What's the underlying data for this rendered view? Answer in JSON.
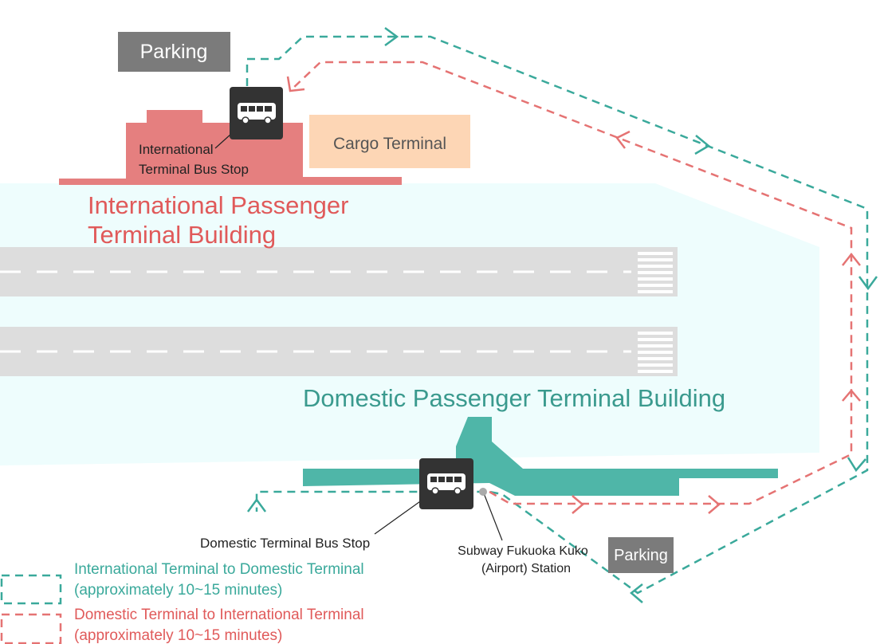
{
  "labels": {
    "parking_top": "Parking",
    "parking_bottom": "Parking",
    "cargo_terminal": "Cargo Terminal",
    "intl_building_line1": "International Passenger",
    "intl_building_line2": "Terminal Building",
    "intl_bus_stop_line1": "International",
    "intl_bus_stop_line2": "Terminal Bus Stop",
    "domestic_building": "Domestic Passenger Terminal Building",
    "domestic_bus_stop": "Domestic Terminal Bus Stop",
    "subway_line1": "Subway Fukuoka Kuko",
    "subway_line2": "(Airport) Station"
  },
  "legend": [
    {
      "line1": "International Terminal to Domestic Terminal",
      "line2": "(approximately 10~15 minutes)",
      "color": "#3aa99b"
    },
    {
      "line1": "Domestic Terminal to International Terminal",
      "line2": "(approximately 10~15 minutes)",
      "color": "#e57373"
    }
  ],
  "icons": {
    "intl_bus": "bus-icon",
    "domestic_bus": "bus-icon",
    "subway": "station-dot-icon"
  },
  "colors": {
    "intl_to_domestic": "#3aa99b",
    "domestic_to_intl": "#e57373",
    "intl_building": "#e57f7f",
    "domestic_building": "#4fb6a8",
    "cargo": "#fdd6b5",
    "parking": "#7b7b7b",
    "airfield": "#eefdfd",
    "runway": "#dddddd"
  }
}
